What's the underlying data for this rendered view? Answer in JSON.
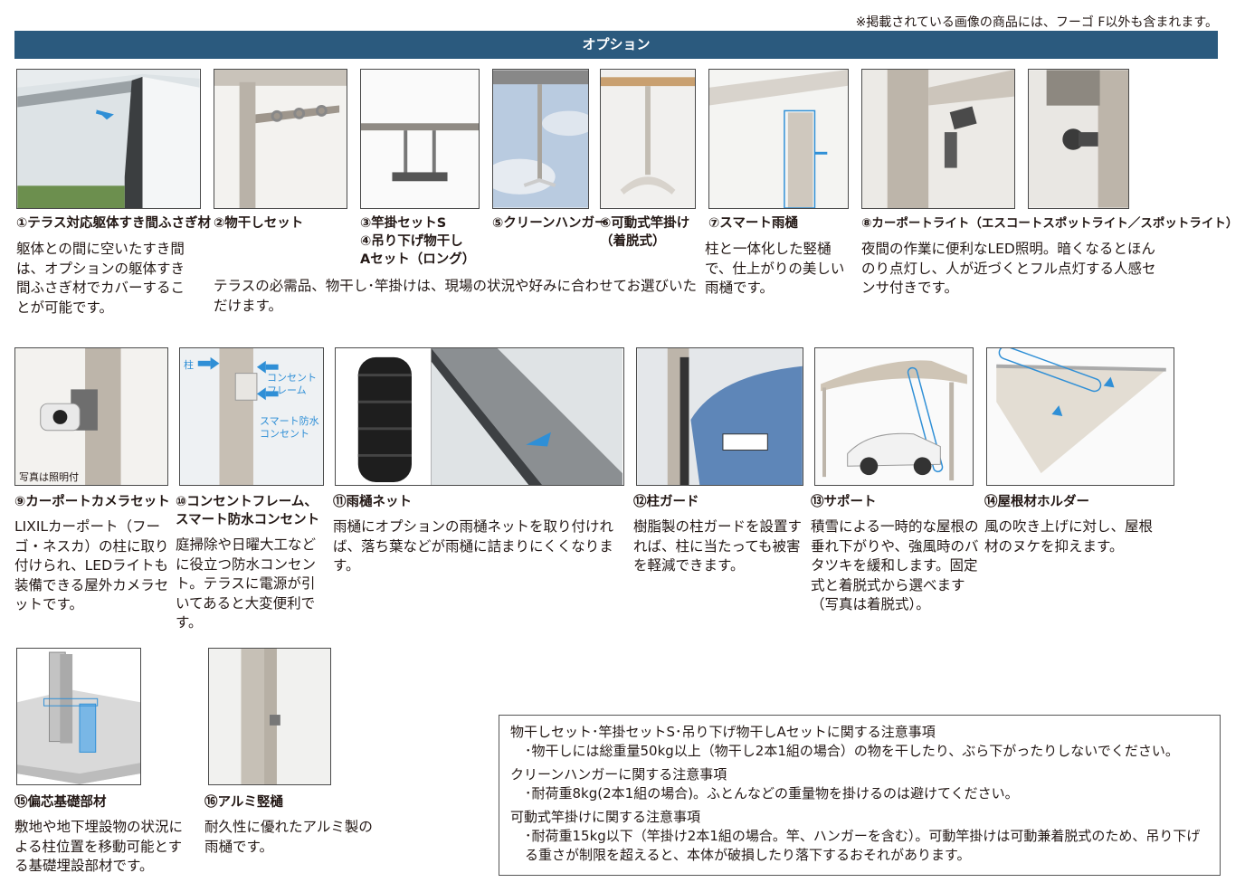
{
  "note": "※掲載されている画像の商品には、フーゴ F以外も含まれます。",
  "section_title": "オプション",
  "items": [
    {
      "title": "①テラス対応躯体すき間ふさぎ材",
      "desc": "躯体との間に空いたすき間は、オプションの躯体すき間ふさぎ材でカバーすることが可能です。"
    },
    {
      "title": "②物干しセット"
    },
    {
      "title_lines": [
        "③竿掛セットS",
        "④吊り下げ物干し",
        "Aセット（ロング）"
      ]
    },
    {
      "title": "⑤クリーンハンガー"
    },
    {
      "title_lines": [
        "⑥可動式竿掛け",
        "（着脱式）"
      ]
    },
    {
      "title": "⑦スマート雨樋",
      "desc": "柱と一体化した竪樋で、仕上がりの美しい雨樋です。"
    },
    {
      "title": "⑧カーポートライト（エスコートスポットライト／スポットライト）",
      "desc": "夜間の作業に便利なLED照明。暗くなるとほんのり点灯し、人が近づくとフル点灯する人感センサ付きです。"
    },
    {
      "title": "⑨カーポートカメラセット",
      "desc": "LIXILカーポート（フーゴ・ネスカ）の柱に取り付けられ、LEDライトも装備できる屋外カメラセットです。",
      "photo_caption": "写真は照明付"
    },
    {
      "title_lines": [
        "⑩コンセントフレーム、",
        "スマート防水コンセント"
      ],
      "desc": "庭掃除や日曜大工などに役立つ防水コンセント。テラスに電源が引いてあると大変便利です。",
      "labels": [
        "柱",
        "コンセント",
        "フレーム",
        "スマート防水",
        "コンセント"
      ]
    },
    {
      "title": "⑪雨樋ネット",
      "desc": "雨樋にオプションの雨樋ネットを取り付ければ、落ち葉などが雨樋に詰まりにくくなります。"
    },
    {
      "title": "⑫柱ガード",
      "desc": "樹脂製の柱ガードを設置すれば、柱に当たっても被害を軽減できます。"
    },
    {
      "title": "⑬サポート",
      "desc": "積雪による一時的な屋根の垂れ下がりや、強風時のバタツキを緩和します。固定式と着脱式から選べます（写真は着脱式）。"
    },
    {
      "title": "⑭屋根材ホルダー",
      "desc": "風の吹き上げに対し、屋根材のヌケを抑えます。"
    },
    {
      "title": "⑮偏芯基礎部材",
      "desc": "敷地や地下埋設物の状況による柱位置を移動可能とする基礎埋設部材です。"
    },
    {
      "title": "⑯アルミ竪樋",
      "desc": "耐久性に優れたアルミ製の雨樋です。"
    }
  ],
  "shared_desc": "テラスの必需品、物干し･竿掛けは、現場の状況や好みに合わせてお選びいただけます。",
  "caution": [
    {
      "heading": "物干しセット･竿掛セットS･吊り下げ物干しAセットに関する注意事項",
      "body": "･物干しには総重量50kg以上（物干し2本1組の場合）の物を干したり、ぶら下がったりしないでください。"
    },
    {
      "heading": "クリーンハンガーに関する注意事項",
      "body": "･耐荷重8kg(2本1組の場合)。ふとんなどの重量物を掛けるのは避けてください。"
    },
    {
      "heading": "可動式竿掛けに関する注意事項",
      "body": "･耐荷重15kg以下（竿掛け2本1組の場合。竿、ハンガーを含む）。可動竿掛けは可動兼着脱式のため、吊り下げる重さが制限を超えると、本体が破損したり落下するおそれがあります。"
    }
  ],
  "colors": {
    "header": "#2b5a7e",
    "arrow": "#2f8fd6",
    "frame": "#b9b2a8"
  }
}
